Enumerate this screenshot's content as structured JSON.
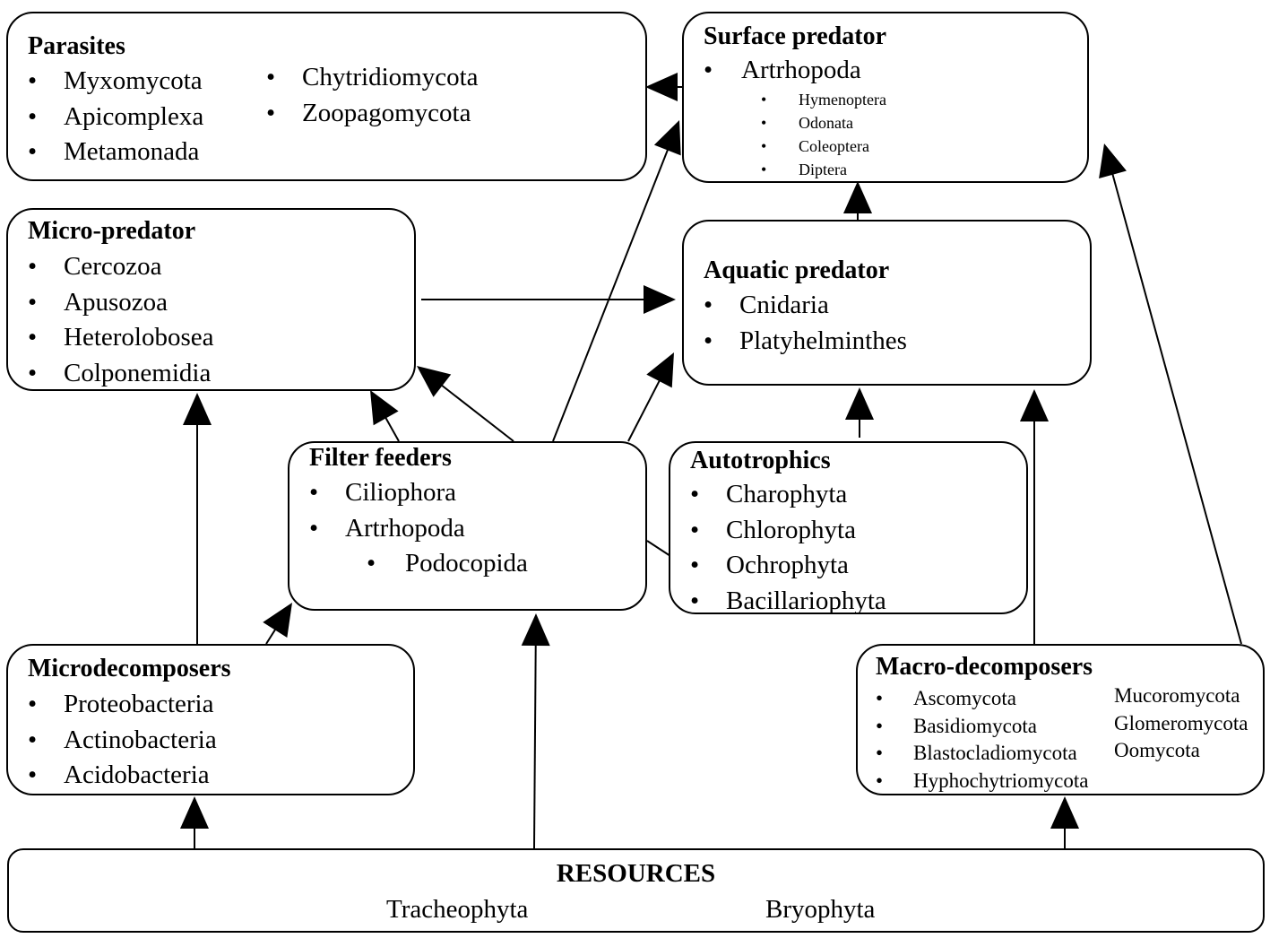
{
  "colors": {
    "stroke": "#000000",
    "background": "#ffffff",
    "text": "#000000"
  },
  "boxes": {
    "parasites": {
      "title": "Parasites",
      "col1": [
        "Myxomycota",
        "Apicomplexa",
        "Metamonada"
      ],
      "col2": [
        "Chytridiomycota",
        "Zoopagomycota"
      ]
    },
    "surface_predator": {
      "title": "Surface predator",
      "items": [
        "Artrhopoda"
      ],
      "subitems": [
        "Hymenoptera",
        "Odonata",
        "Coleoptera",
        "Diptera"
      ]
    },
    "micro_predator": {
      "title": "Micro-predator",
      "items": [
        "Cercozoa",
        "Apusozoa",
        "Heterolobosea",
        "Colponemidia"
      ]
    },
    "aquatic_predator": {
      "title": "Aquatic predator",
      "items": [
        "Cnidaria",
        "Platyhelminthes"
      ]
    },
    "filter_feeders": {
      "title": "Filter feeders",
      "items": [
        "Ciliophora",
        "Artrhopoda"
      ],
      "subitems": [
        "Podocopida"
      ]
    },
    "autotrophics": {
      "title": "Autotrophics",
      "items": [
        "Charophyta",
        "Chlorophyta",
        "Ochrophyta",
        "Bacillariophyta"
      ]
    },
    "microdecomposers": {
      "title": "Microdecomposers",
      "items": [
        "Proteobacteria",
        "Actinobacteria",
        "Acidobacteria"
      ]
    },
    "macro_decomposers": {
      "title": "Macro-decomposers",
      "col1": [
        "Ascomycota",
        "Basidiomycota",
        "Blastocladiomycota",
        "Hyphochytriomycota"
      ],
      "col2": [
        "Mucoromycota",
        "Glomeromycota",
        "Oomycota"
      ]
    },
    "resources": {
      "title": "RESOURCES",
      "items": [
        "Tracheophyta",
        "Bryophyta"
      ]
    }
  },
  "edges": [
    {
      "from": "surface_predator",
      "to": "parasites",
      "arrow": true
    },
    {
      "from": "filter_feeders",
      "to": "surface_predator",
      "arrow": true
    },
    {
      "from": "aquatic_predator",
      "to": "surface_predator",
      "arrow": true
    },
    {
      "from": "macro_decomposers",
      "to": "surface_predator",
      "arrow": true
    },
    {
      "from": "micro_predator",
      "to": "aquatic_predator",
      "arrow": true
    },
    {
      "from": "filter_feeders",
      "to": "aquatic_predator",
      "arrow": true
    },
    {
      "from": "autotrophics",
      "to": "aquatic_predator",
      "arrow": true
    },
    {
      "from": "macro_decomposers",
      "to": "aquatic_predator",
      "arrow": true
    },
    {
      "from": "filter_feeders",
      "to": "micro_predator",
      "arrow": true,
      "note": "two arrows"
    },
    {
      "from": "microdecomposers",
      "to": "micro_predator",
      "arrow": true
    },
    {
      "from": "microdecomposers",
      "to": "filter_feeders",
      "arrow": true
    },
    {
      "from": "autotrophics",
      "to": "filter_feeders",
      "arrow": false
    },
    {
      "from": "resources",
      "to": "microdecomposers",
      "arrow": true
    },
    {
      "from": "resources",
      "to": "filter_feeders",
      "arrow": true
    },
    {
      "from": "resources",
      "to": "macro_decomposers",
      "arrow": true
    }
  ]
}
